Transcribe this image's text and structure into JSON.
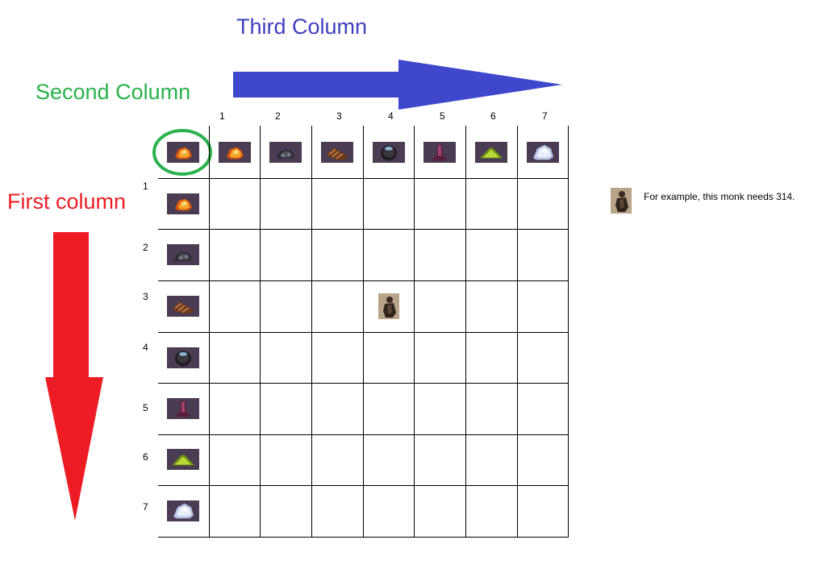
{
  "labels": {
    "third_column": "Third Column",
    "second_column": "Second Column",
    "first_column": "First column"
  },
  "colors": {
    "third_column": "#3f3fbf",
    "second_column": "#2bb24c",
    "first_column": "#ed1c24",
    "circle": "#2bb24c",
    "blue_arrow": "#3f48cc",
    "red_arrow": "#ed1c24"
  },
  "column_numbers": [
    "1",
    "2",
    "3",
    "4",
    "5",
    "6",
    "7"
  ],
  "row_numbers": [
    "1",
    "2",
    "3",
    "4",
    "5",
    "6",
    "7"
  ],
  "items": [
    "amber-ore-icon",
    "coal-icon",
    "wood-icon",
    "bomb-pot-icon",
    "crystal-icon",
    "green-powder-icon",
    "silver-ore-icon"
  ],
  "marked_cell": {
    "row": 3,
    "column": 4,
    "icon": "monk-icon"
  },
  "example": {
    "icon": "monk-icon",
    "text": "For example, this monk needs 314."
  }
}
